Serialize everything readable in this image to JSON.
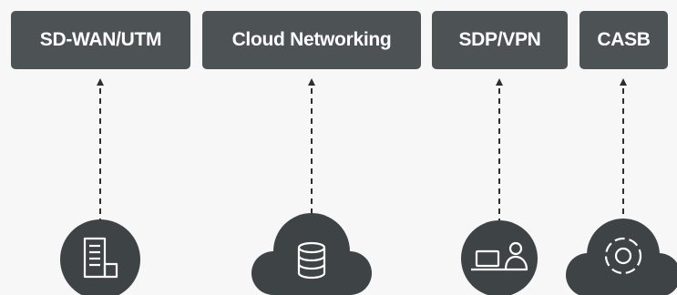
{
  "categories": [
    {
      "label": "SD-WAN/UTM",
      "icon": "office-building-icon"
    },
    {
      "label": "Cloud Networking",
      "icon": "cloud-database-icon"
    },
    {
      "label": "SDP/VPN",
      "icon": "remote-user-laptop-icon"
    },
    {
      "label": "CASB",
      "icon": "cloud-gear-icon"
    }
  ],
  "colors": {
    "box_fill": "#4d5255",
    "box_text": "#ffffff",
    "icon_fill": "#3e4346",
    "connector": "#2b2f32",
    "background": "#f7f7f8"
  }
}
